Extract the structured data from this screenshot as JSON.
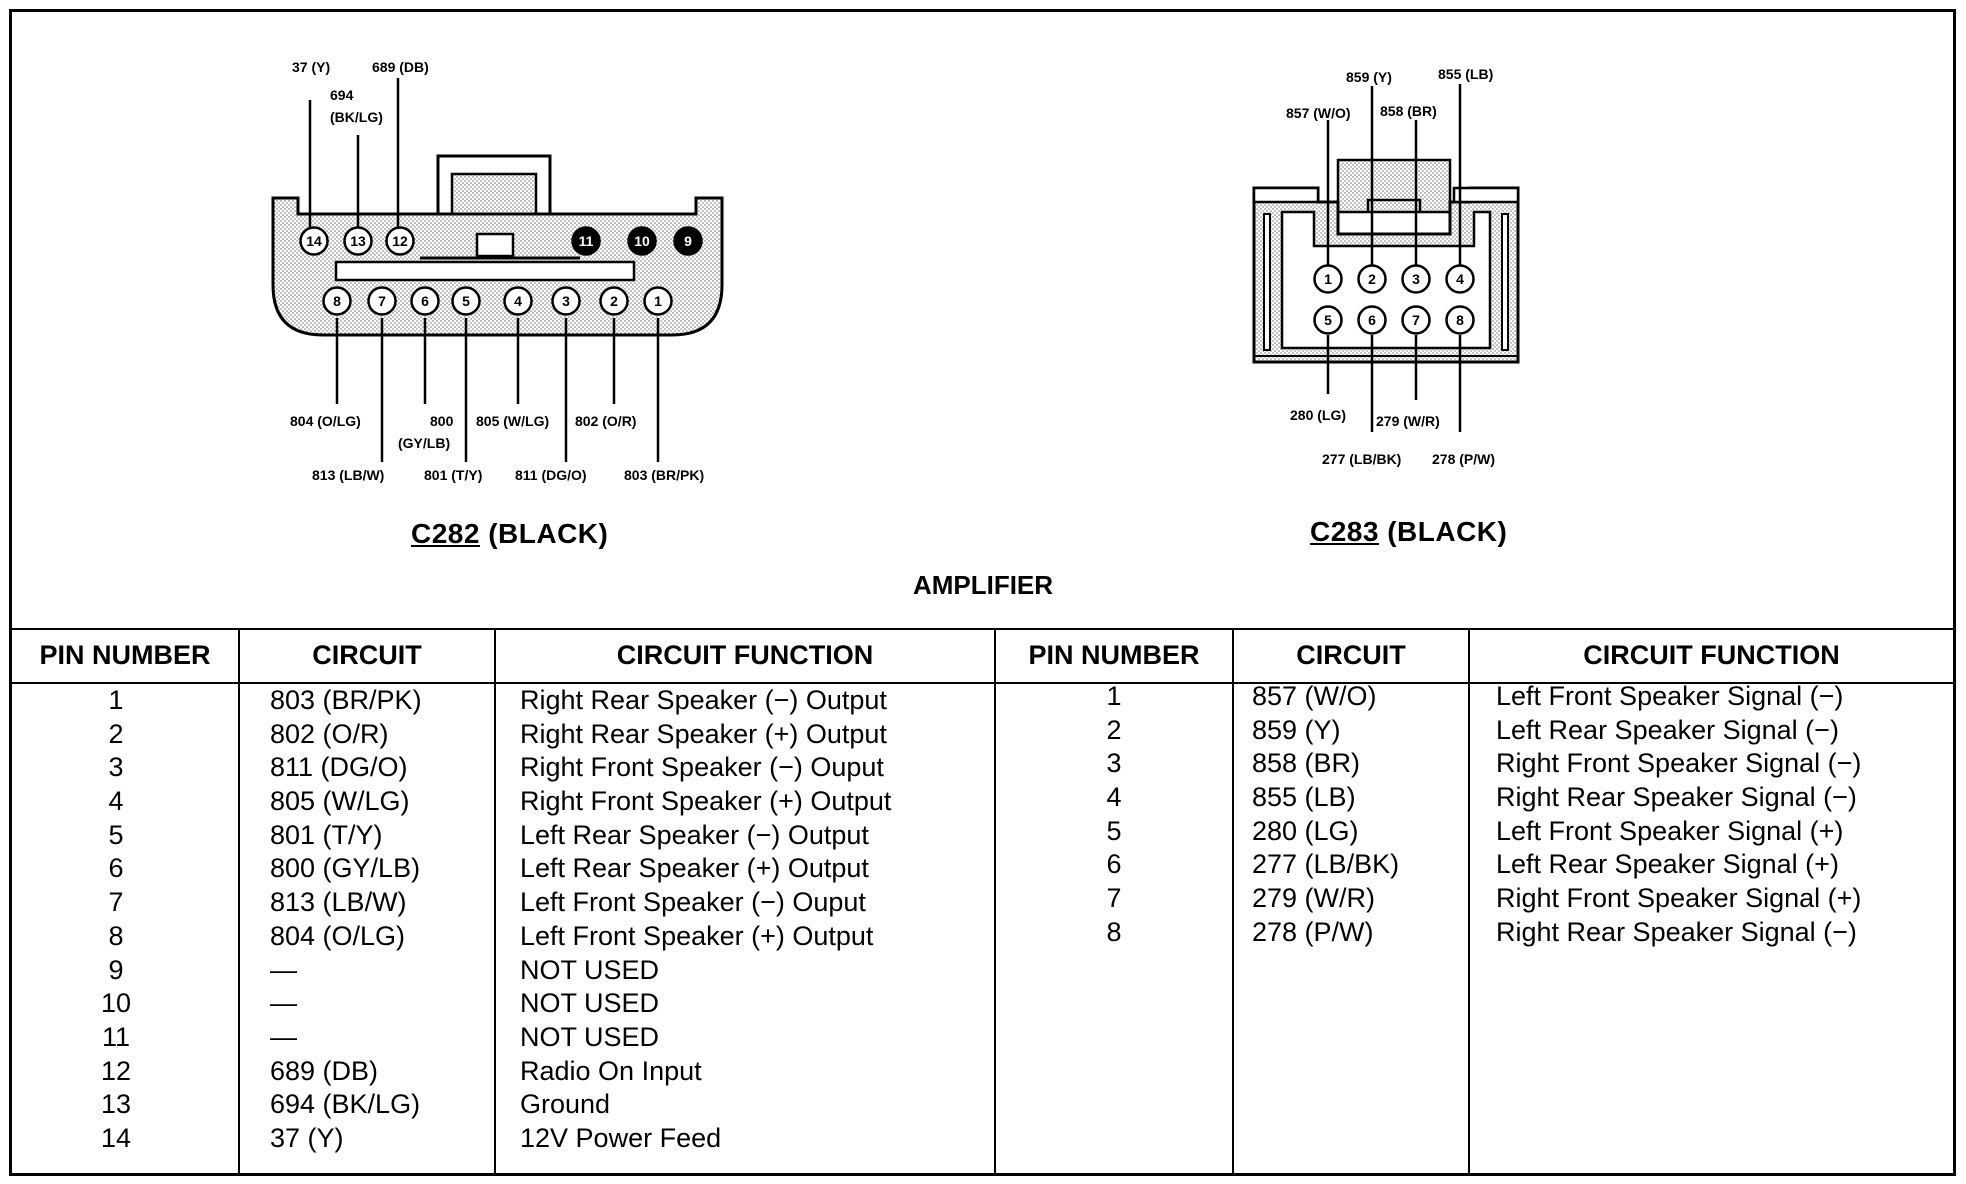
{
  "connectors": {
    "c282": {
      "id": "C282",
      "color": "(BLACK)",
      "pins_top": [
        {
          "num": "14",
          "filled": false
        },
        {
          "num": "13",
          "filled": false
        },
        {
          "num": "12",
          "filled": false
        },
        {
          "num": "11",
          "filled": true
        },
        {
          "num": "10",
          "filled": true
        },
        {
          "num": "9",
          "filled": true
        }
      ],
      "pins_bottom": [
        "8",
        "7",
        "6",
        "5",
        "4",
        "3",
        "2",
        "1"
      ],
      "wire_labels": {
        "w37": "37 (Y)",
        "w689": "689 (DB)",
        "w694a": "694",
        "w694b": "(BK/LG)",
        "w804": "804 (O/LG)",
        "w800a": "800",
        "w800b": "(GY/LB)",
        "w805": "805 (W/LG)",
        "w802": "802 (O/R)",
        "w813": "813 (LB/W)",
        "w801": "801 (T/Y)",
        "w811": "811 (DG/O)",
        "w803": "803 (BR/PK)"
      }
    },
    "c283": {
      "id": "C283",
      "color": "(BLACK)",
      "pins_row1": [
        "1",
        "2",
        "3",
        "4"
      ],
      "pins_row2": [
        "5",
        "6",
        "7",
        "8"
      ],
      "wire_labels": {
        "w859": "859 (Y)",
        "w855": "855 (LB)",
        "w857": "857 (W/O)",
        "w858": "858 (BR)",
        "w280": "280 (LG)",
        "w279": "279 (W/R)",
        "w277": "277 (LB/BK)",
        "w278": "278 (P/W)"
      }
    }
  },
  "amplifier_title": "AMPLIFIER",
  "table_left": {
    "headers": {
      "pin": "PIN NUMBER",
      "circuit": "CIRCUIT",
      "function": "CIRCUIT FUNCTION"
    },
    "rows": [
      {
        "pin": "1",
        "circuit": "803 (BR/PK)",
        "function": "Right Rear Speaker (−) Output"
      },
      {
        "pin": "2",
        "circuit": "802 (O/R)",
        "function": "Right Rear Speaker (+) Output"
      },
      {
        "pin": "3",
        "circuit": "811 (DG/O)",
        "function": "Right Front Speaker (−) Ouput"
      },
      {
        "pin": "4",
        "circuit": "805 (W/LG)",
        "function": "Right Front Speaker (+) Output"
      },
      {
        "pin": "5",
        "circuit": "801 (T/Y)",
        "function": "Left Rear Speaker (−) Output"
      },
      {
        "pin": "6",
        "circuit": "800 (GY/LB)",
        "function": "Left Rear Speaker (+) Output"
      },
      {
        "pin": "7",
        "circuit": "813 (LB/W)",
        "function": "Left Front Speaker (−) Ouput"
      },
      {
        "pin": "8",
        "circuit": "804 (O/LG)",
        "function": "Left Front Speaker (+) Output"
      },
      {
        "pin": "9",
        "circuit": "—",
        "function": "NOT USED"
      },
      {
        "pin": "10",
        "circuit": "—",
        "function": "NOT USED"
      },
      {
        "pin": "11",
        "circuit": "—",
        "function": "NOT USED"
      },
      {
        "pin": "12",
        "circuit": "689 (DB)",
        "function": "Radio On Input"
      },
      {
        "pin": "13",
        "circuit": "694 (BK/LG)",
        "function": "Ground"
      },
      {
        "pin": "14",
        "circuit": "37 (Y)",
        "function": "12V Power Feed"
      }
    ]
  },
  "table_right": {
    "headers": {
      "pin": "PIN NUMBER",
      "circuit": "CIRCUIT",
      "function": "CIRCUIT FUNCTION"
    },
    "rows": [
      {
        "pin": "1",
        "circuit": "857 (W/O)",
        "function": "Left Front Speaker Signal (−)"
      },
      {
        "pin": "2",
        "circuit": "859 (Y)",
        "function": "Left Rear Speaker Signal (−)"
      },
      {
        "pin": "3",
        "circuit": "858 (BR)",
        "function": "Right Front Speaker Signal (−)"
      },
      {
        "pin": "4",
        "circuit": "855 (LB)",
        "function": "Right Rear Speaker Signal (−)"
      },
      {
        "pin": "5",
        "circuit": "280 (LG)",
        "function": "Left Front Speaker Signal (+)"
      },
      {
        "pin": "6",
        "circuit": "277 (LB/BK)",
        "function": "Left Rear Speaker Signal (+)"
      },
      {
        "pin": "7",
        "circuit": "279 (W/R)",
        "function": "Right Front Speaker Signal (+)"
      },
      {
        "pin": "8",
        "circuit": "278 (P/W)",
        "function": "Right Rear Speaker Signal (−)"
      }
    ]
  }
}
